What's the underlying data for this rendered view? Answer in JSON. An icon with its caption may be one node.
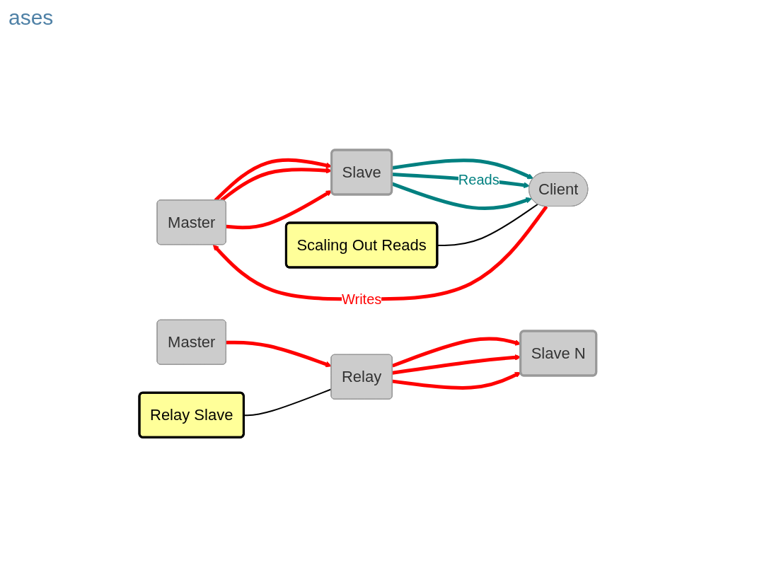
{
  "diagram": {
    "title": "ases",
    "nodes": [
      {
        "text": [
          "Master"
        ]
      },
      {
        "text": [
          "Slave"
        ]
      },
      {
        "text": [
          "Client"
        ]
      },
      {
        "text": [
          "Master"
        ]
      },
      {
        "text": [
          "Relay"
        ]
      },
      {
        "text": [
          "Slave N"
        ]
      },
      {
        "text": [
          "Relay Slave"
        ]
      },
      {
        "text": [
          "Scaling Out Reads"
        ]
      }
    ],
    "edges": [
      {
        "from": 0,
        "to": 1,
        "arrow": "to"
      },
      {
        "from": 0,
        "to": 1,
        "arrow": "to"
      },
      {
        "from": 0,
        "to": 1,
        "arrow": "to"
      },
      {
        "from": 2,
        "to": 0,
        "arrow": "to",
        "label": "Writes"
      },
      {
        "from": 1,
        "to": 2,
        "arrow": "to",
        "color": "#008080"
      },
      {
        "from": 1,
        "to": 2,
        "arrow": "to",
        "color": "#008080",
        "label": "Reads"
      },
      {
        "from": 1,
        "to": 2,
        "arrow": "to",
        "color": "#008080"
      },
      {
        "from": 3,
        "to": 4,
        "arrow": "to"
      },
      {
        "from": 4,
        "to": 5,
        "arrow": "to"
      },
      {
        "from": 4,
        "to": 5,
        "arrow": "to"
      },
      {
        "from": 4,
        "to": 5,
        "arrow": "to"
      },
      {
        "from": 6,
        "to": 4,
        "arrow": "none",
        "color": "#000000"
      },
      {
        "from": 7,
        "to": 2,
        "arrow": "none",
        "color": "#000000"
      }
    ]
  }
}
